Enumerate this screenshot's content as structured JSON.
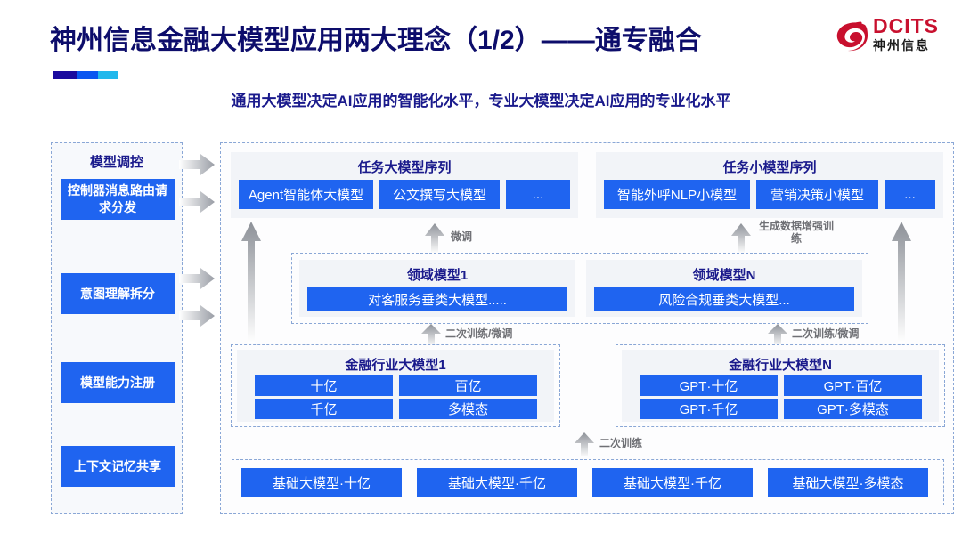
{
  "header": {
    "title": "神州信息金融大模型应用两大理念（1/2）——通专融合",
    "subtitle": "通用大模型决定AI应用的智能化水平，专业大模型决定AI应用的专业化水平",
    "logo_en": "DCITS",
    "logo_cn": "神州信息",
    "accent_colors": [
      "#1a0a9e",
      "#0a56f0",
      "#22b8ec"
    ],
    "title_color": "#0d0d6b",
    "brand_red": "#c8102e"
  },
  "control_panel": {
    "title": "模型调控",
    "items": [
      {
        "label": "控制器消息路由请求分发"
      },
      {
        "label": "意图理解拆分"
      },
      {
        "label": "模型能力注册"
      },
      {
        "label": "上下文记忆共享"
      }
    ]
  },
  "task_models": {
    "large": {
      "title": "任务大模型序列",
      "boxes": [
        "Agent智能体大模型",
        "公文撰写大模型",
        "..."
      ]
    },
    "small": {
      "title": "任务小模型序列",
      "boxes": [
        "智能外呼NLP小模型",
        "营销决策小模型",
        "..."
      ]
    }
  },
  "domain_models": [
    {
      "title": "领域模型1",
      "box": "对客服务垂类大模型....."
    },
    {
      "title": "领域模型N",
      "box": "风险合规垂类大模型..."
    }
  ],
  "industry_models": [
    {
      "title": "金融行业大模型1",
      "boxes": [
        "十亿",
        "百亿",
        "千亿",
        "多模态"
      ]
    },
    {
      "title": "金融行业大模型N",
      "boxes": [
        "GPT·十亿",
        "GPT·百亿",
        "GPT·千亿",
        "GPT·多模态"
      ]
    }
  ],
  "base_models": {
    "boxes": [
      "基础大模型·十亿",
      "基础大模型·千亿",
      "基础大模型·千亿",
      "基础大模型·多模态"
    ]
  },
  "arrow_labels": {
    "finetune": "微调",
    "data_aug": "生成数据增强训练",
    "retrain_finetune_left": "二次训练/微调",
    "retrain_finetune_right": "二次训练/微调",
    "retrain": "二次训练"
  },
  "colors": {
    "box_blue": "#1f64f0",
    "panel_gray": "#f2f4f8",
    "dash_border": "#8aa7d6",
    "label_gray": "#6f7075",
    "heading_navy": "#1a1a8c"
  }
}
